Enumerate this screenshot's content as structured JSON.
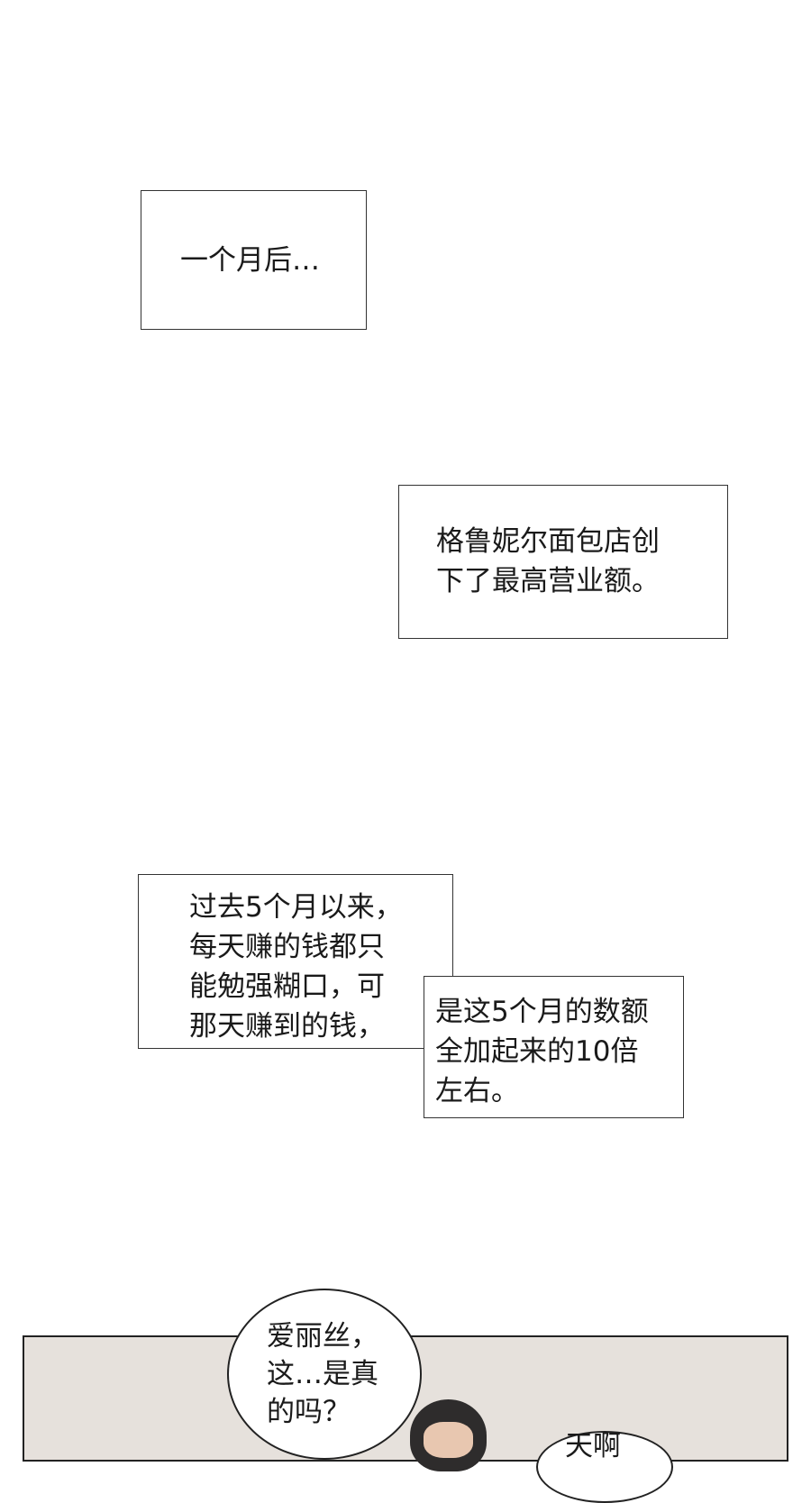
{
  "captions": {
    "box1": {
      "lines": [
        "一个月后…"
      ]
    },
    "box2": {
      "lines": [
        "格鲁妮尔面包店创",
        "下了最高营业额。"
      ]
    },
    "box3a": {
      "lines": [
        "过去5个月以来，",
        "每天赚的钱都只",
        "能勉强糊口，可",
        "那天赚到的钱，"
      ]
    },
    "box3b": {
      "lines": [
        "是这5个月的数额",
        "全加起来的10倍",
        "左右。"
      ]
    }
  },
  "scene": {
    "bubble1": {
      "lines": [
        "爱丽丝，",
        "这…是真",
        "的吗？"
      ]
    },
    "bubble2": {
      "lines": [
        "天啊"
      ]
    }
  },
  "colors": {
    "page_background": "#ffffff",
    "scene_background": "#e6e1dc",
    "border": "#333333"
  }
}
